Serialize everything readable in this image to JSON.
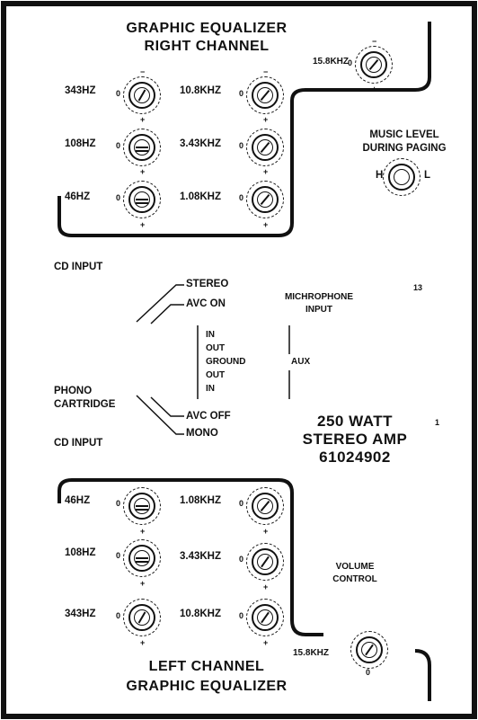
{
  "header": {
    "line1": "GRAPHIC EQUALIZER",
    "line2": "RIGHT CHANNEL"
  },
  "footer": {
    "line1": "LEFT CHANNEL",
    "line2": "GRAPHIC EQUALIZER"
  },
  "right_eq": {
    "left_col": [
      "343HZ",
      "108HZ",
      "46HZ"
    ],
    "right_col": [
      "10.8KHZ",
      "3.43KHZ",
      "1.08KHZ"
    ],
    "top": "15.8KHZ"
  },
  "left_eq": {
    "left_col": [
      "46HZ",
      "108HZ",
      "343HZ"
    ],
    "right_col": [
      "1.08KHZ",
      "3.43KHZ",
      "10.8KHZ"
    ],
    "bottom": "15.8KHZ"
  },
  "knob_marks": {
    "minus": "−",
    "plus": "+",
    "zero": "0"
  },
  "music_level": {
    "line1": "MUSIC LEVEL",
    "line2": "DURING PAGING",
    "high": "H",
    "low": "L"
  },
  "volume": {
    "line1": "VOLUME",
    "line2": "CONTROL",
    "zero": "0"
  },
  "inputs": {
    "cd_top": "CD INPUT",
    "cd_bottom": "CD INPUT",
    "stereo": "STEREO",
    "avc_on": "AVC ON",
    "avc_off": "AVC OFF",
    "mono": "MONO",
    "phono1": "PHONO",
    "phono2": "CARTRIDGE",
    "mic1": "MICHROPHONE",
    "mic2": "INPUT",
    "aux_rows": [
      "IN",
      "OUT",
      "GROUND",
      "OUT",
      "IN"
    ],
    "aux": "AUX"
  },
  "amp": {
    "line1": "250 WATT",
    "line2": "STEREO AMP",
    "line3": "61024902"
  },
  "page_marks": {
    "top": "13",
    "bottom": "1"
  }
}
